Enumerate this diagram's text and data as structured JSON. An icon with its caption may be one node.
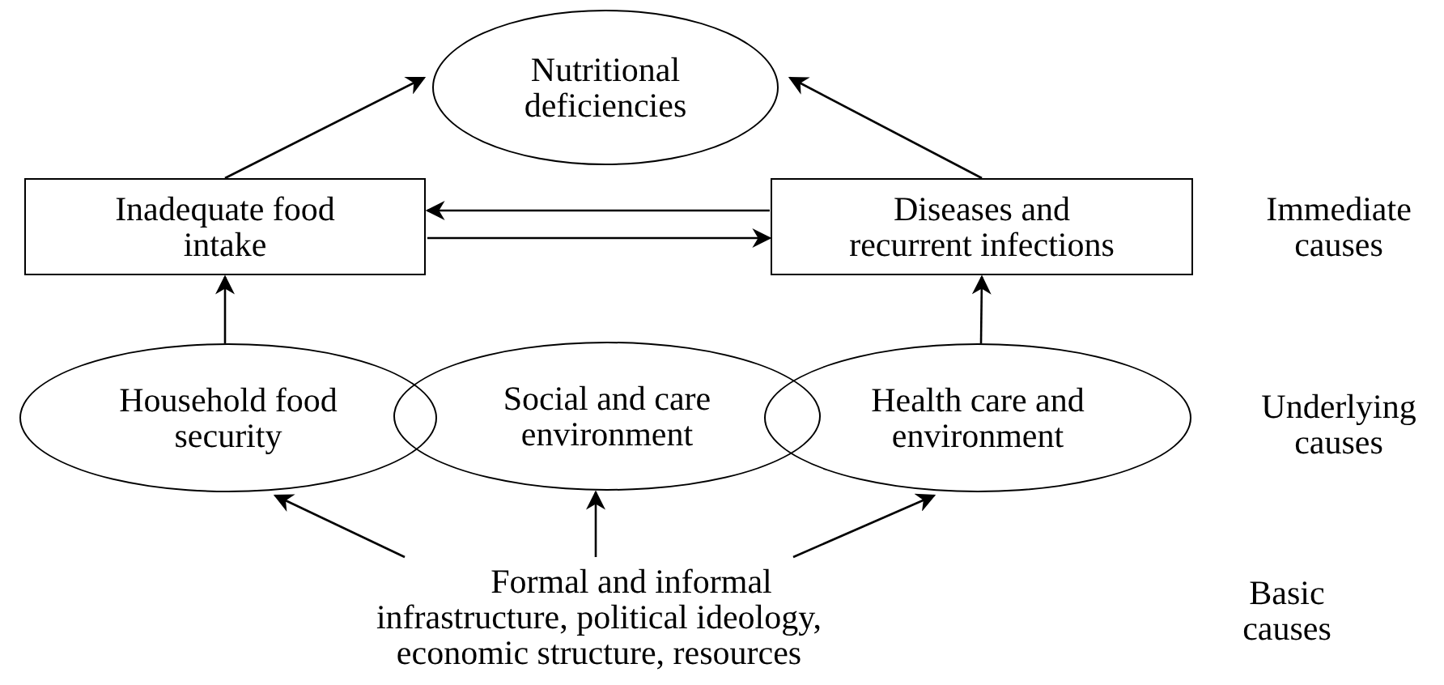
{
  "diagram": {
    "nodes": [
      {
        "text": [
          "Nutritional deficiencies"
        ]
      },
      {
        "text": [
          "Inadequate food intake"
        ]
      },
      {
        "text": [
          "Diseases and recurrent infections"
        ]
      },
      {
        "text": [
          "Household food security"
        ]
      },
      {
        "text": [
          "Social and care environment"
        ]
      },
      {
        "text": [
          "Health care and environment"
        ]
      },
      {
        "text": [
          "Formal and informal infrastructure, political ideology, economic structure, resources"
        ]
      }
    ],
    "edges": [
      {
        "from": 1,
        "to": 0,
        "arrow": "to"
      },
      {
        "from": 2,
        "to": 0,
        "arrow": "to"
      },
      {
        "from": 2,
        "to": 1,
        "arrow": "to"
      },
      {
        "from": 1,
        "to": 2,
        "arrow": "to"
      },
      {
        "from": 3,
        "to": 1,
        "arrow": "to"
      },
      {
        "from": 5,
        "to": 2,
        "arrow": "to"
      },
      {
        "from": 6,
        "to": 3,
        "arrow": "to"
      },
      {
        "from": 6,
        "to": 4,
        "arrow": "to"
      },
      {
        "from": 6,
        "to": 5,
        "arrow": "to"
      }
    ],
    "labels": [
      "Immediate causes",
      "Underlying causes",
      "Basic causes"
    ]
  }
}
